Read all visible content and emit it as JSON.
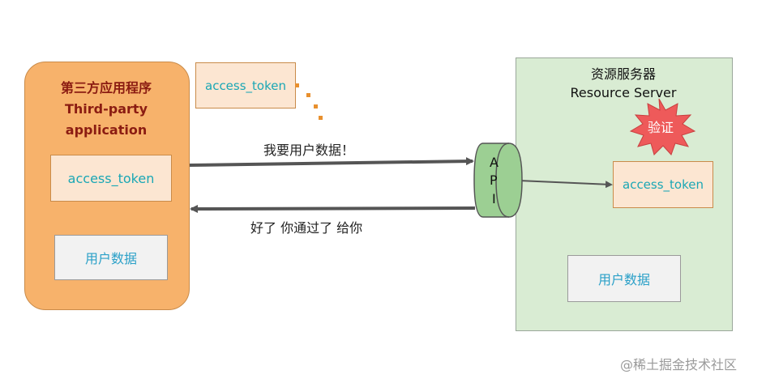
{
  "app": {
    "title_zh": "第三方应用程序",
    "title_en_line1": "Third-party",
    "title_en_line2": "application",
    "token_label": "access_token",
    "data_label": "用户数据"
  },
  "floating_token": {
    "label": "access_token"
  },
  "request": {
    "label": "我要用户数据！"
  },
  "response": {
    "label": "好了 你通过了 给你"
  },
  "api": {
    "letters": [
      "A",
      "P",
      "I"
    ]
  },
  "server": {
    "title_zh": "资源服务器",
    "title_en": "Resource Server",
    "verify_label": "验证",
    "token_label": "access_token",
    "data_label": "用户数据"
  },
  "watermark": {
    "text": "@稀土掘金技术社区"
  },
  "colors": {
    "app_fill": "#f7b26b",
    "app_title": "#8b1c12",
    "token_fill": "#fce6d2",
    "token_text": "#1aa7b5",
    "server_fill": "#d9ecd3",
    "api_fill": "#9ccf93",
    "burst_fill": "#ee5a5a",
    "dots": "#e8902e",
    "arrow": "#555555"
  }
}
